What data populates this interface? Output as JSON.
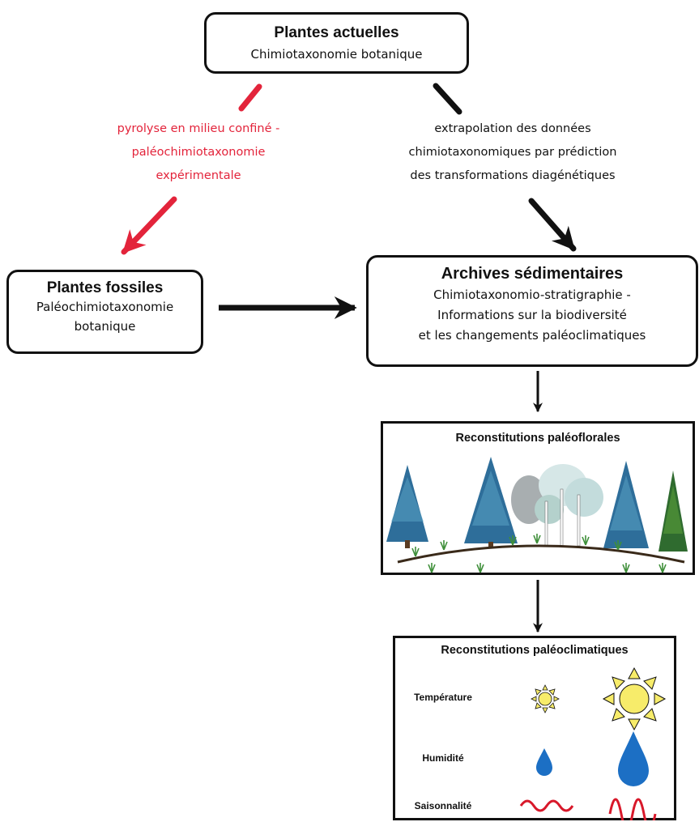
{
  "boxes": {
    "modern": {
      "title": "Plantes actuelles",
      "subtitle": "Chimiotaxonomie botanique"
    },
    "fossil": {
      "title": "Plantes fossiles",
      "line1": "Paléochimiotaxonomie",
      "line2": "botanique"
    },
    "archives": {
      "title": "Archives sédimentaires",
      "line1": "Chimiotaxonomio-stratigraphie -",
      "line2": "Informations sur la biodiversité",
      "line3": "et les changements paléoclimatiques"
    }
  },
  "arrows": {
    "red_label": [
      "pyrolyse en milieu confiné -",
      "paléochimiotaxonomie",
      "expérimentale"
    ],
    "black_label": [
      "extrapolation des données",
      "chimiotaxonomiques par prédiction",
      "des transformations diagénétiques"
    ]
  },
  "paleofloral": {
    "title": "Reconstitutions paléoflorales"
  },
  "paleoclimatic": {
    "title": "Reconstitutions paléoclimatiques",
    "rows": [
      {
        "label": "Température",
        "icon_small": "small-sun-icon",
        "icon_large": "large-sun-icon"
      },
      {
        "label": "Humidité",
        "icon_small": "small-drop-icon",
        "icon_large": "large-drop-icon"
      },
      {
        "label": "Saisonnalité",
        "icon_small": "low-amplitude-wave-icon",
        "icon_large": "high-amplitude-wave-icon"
      }
    ]
  },
  "colors": {
    "red_arrow": "#e3243b",
    "black_arrow": "#111111",
    "conifer": "#2e6e9a",
    "green_conifer": "#2f6b2f",
    "sun": "#f7ec6a",
    "drop": "#1c6fc4",
    "wave": "#d8182a"
  }
}
